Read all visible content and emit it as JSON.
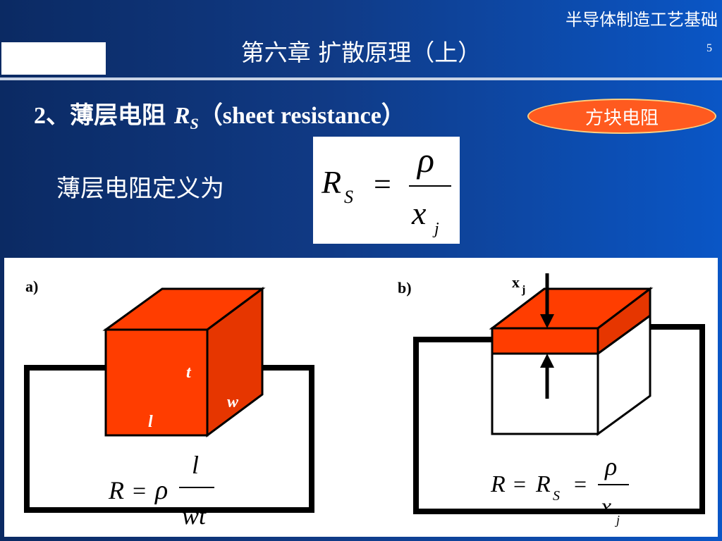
{
  "header": {
    "course_title": "半导体制造工艺基础",
    "chapter_title": "第六章  扩散原理（上）",
    "page_number": "5"
  },
  "section": {
    "number": "2、",
    "title_cn": "薄层电阻 ",
    "symbol": "R",
    "symbol_sub": "S",
    "title_en": "（sheet resistance）",
    "badge": "方块电阻"
  },
  "definition": {
    "text": "薄层电阻定义为",
    "formula_lhs": "R",
    "formula_lhs_sub": "S",
    "equals": "=",
    "numerator": "ρ",
    "denominator": "x",
    "denominator_sub": "j"
  },
  "figure": {
    "panel_a": {
      "label": "a)",
      "dim_t": "t",
      "dim_w": "w",
      "dim_l": "l",
      "formula_lhs": "R",
      "eq": "=",
      "rho": "ρ",
      "numerator": "l",
      "denominator": "wt"
    },
    "panel_b": {
      "label": "b)",
      "xj_label": "x",
      "xj_sub": "j",
      "formula_lhs": "R",
      "eq1": "=",
      "mid": "R",
      "mid_sub": "S",
      "eq2": "=",
      "numerator": "ρ",
      "denominator": "x",
      "denominator_sub": "j"
    },
    "colors": {
      "block": "#ff3d00",
      "block_side": "#e63600",
      "block_dark": "#cc2f00"
    }
  }
}
